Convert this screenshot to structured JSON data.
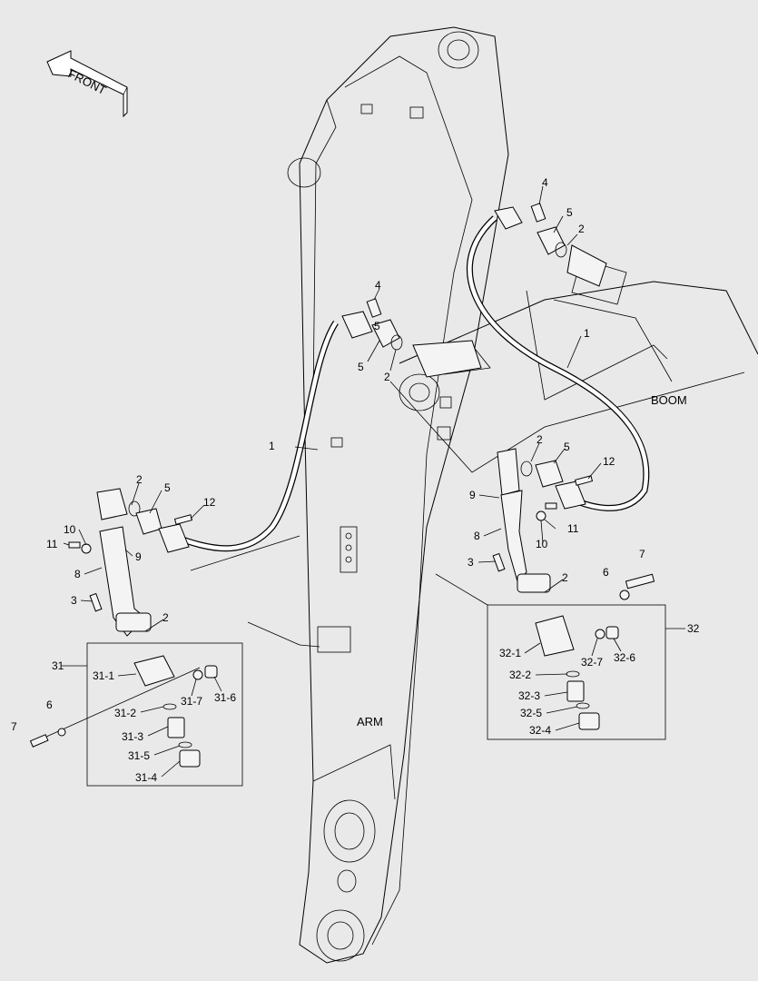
{
  "direction": "FRONT",
  "components": {
    "boom": "BOOM",
    "arm": "ARM"
  },
  "callouts": {
    "hose_upper": "1",
    "hose_left": "1",
    "oring_a": "2",
    "oring_b": "2",
    "oring_c": "2",
    "oring_d": "2",
    "oring_e": "2",
    "oring_f": "2",
    "bolt3_left": "3",
    "bolt3_right": "3",
    "bolt4_upper": "4",
    "bolt4_mid": "4",
    "flange5_upper": "5",
    "flange5_mid_a": "5",
    "flange5_mid_b": "5",
    "flange5_left": "5",
    "flange5_right": "5",
    "washer6_left": "6",
    "washer6_right": "6",
    "bolt7_left": "7",
    "bolt7_right": "7",
    "pipe8_left": "8",
    "pipe8_right": "8",
    "clamp9_left": "9",
    "clamp9_right": "9",
    "washer10_left": "10",
    "washer10_right": "10",
    "bolt11_left": "11",
    "bolt11_right": "11",
    "bolt12_left": "12",
    "bolt12_right": "12",
    "assy31": "31",
    "assy32": "32"
  },
  "assembly_31": [
    "31-1",
    "31-2",
    "31-3",
    "31-4",
    "31-5",
    "31-6",
    "31-7"
  ],
  "assembly_32": [
    "32-1",
    "32-2",
    "32-3",
    "32-4",
    "32-5",
    "32-6",
    "32-7"
  ]
}
